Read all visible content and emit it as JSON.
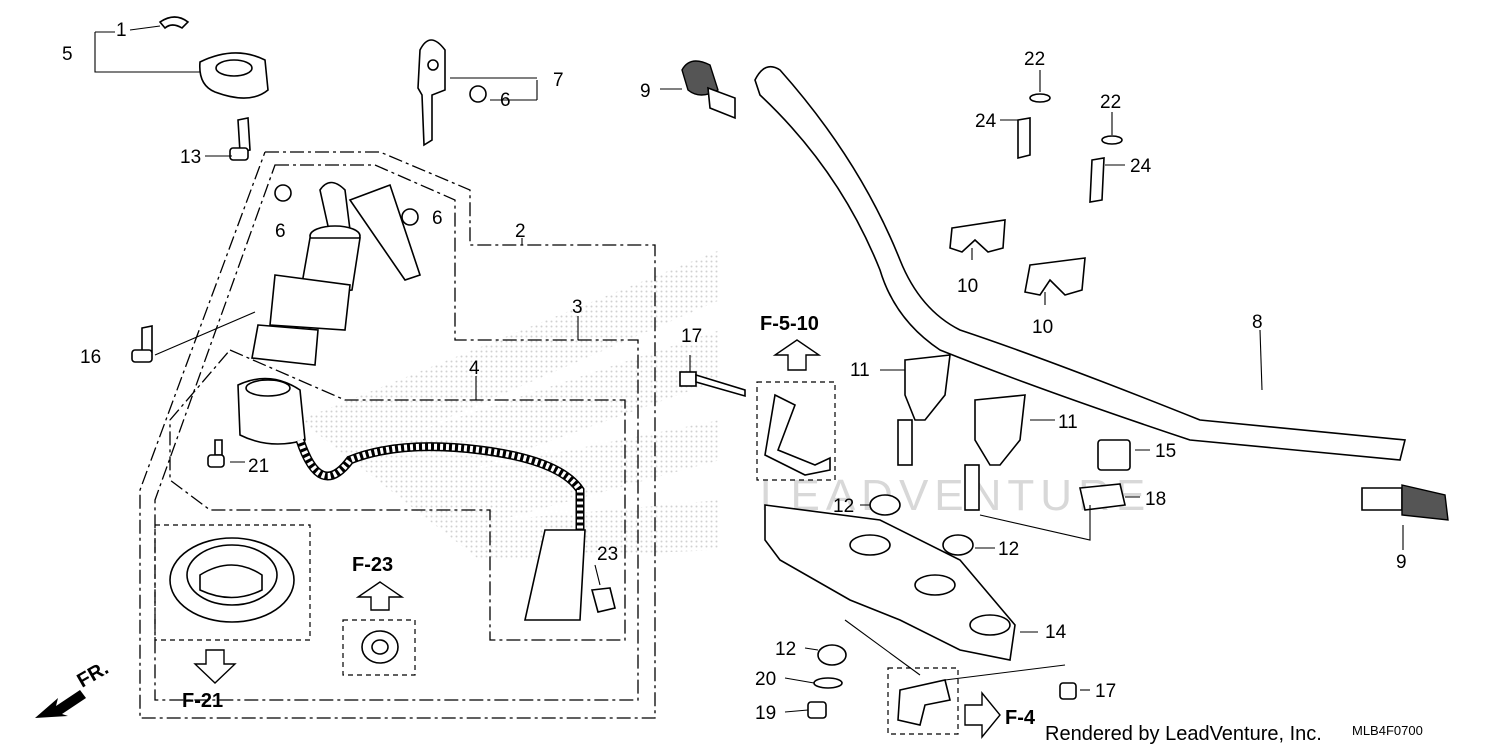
{
  "diagram": {
    "callouts": {
      "c1": "1",
      "c2": "2",
      "c3": "3",
      "c4": "4",
      "c5": "5",
      "c6a": "6",
      "c6b": "6",
      "c6c": "6",
      "c7": "7",
      "c8": "8",
      "c9a": "9",
      "c9b": "9",
      "c10a": "10",
      "c10b": "10",
      "c11a": "11",
      "c11b": "11",
      "c12a": "12",
      "c12b": "12",
      "c12c": "12",
      "c13": "13",
      "c14": "14",
      "c15": "15",
      "c16": "16",
      "c17a": "17",
      "c17b": "17",
      "c18": "18",
      "c19": "19",
      "c20": "20",
      "c21": "21",
      "c22a": "22",
      "c22b": "22",
      "c23": "23",
      "c24a": "24",
      "c24b": "24"
    },
    "refs": {
      "f510": "F-5-10",
      "f23": "F-23",
      "f21": "F-21",
      "f4": "F-4",
      "fr": "FR."
    },
    "watermark": "LEADVENTURE",
    "footer": {
      "credit": "Rendered by LeadVenture, Inc.",
      "code": "MLB4F0700"
    }
  }
}
